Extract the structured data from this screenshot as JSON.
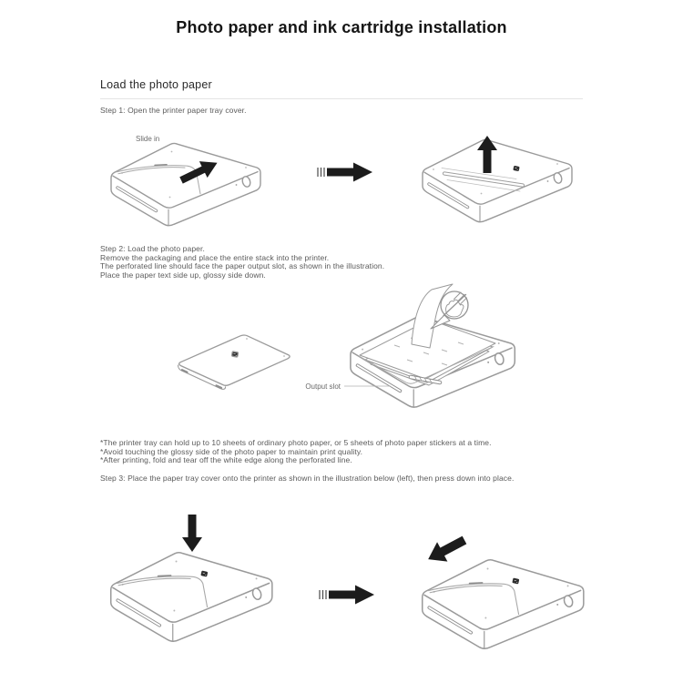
{
  "page": {
    "title": "Photo paper and ink cartridge installation"
  },
  "section": {
    "heading": "Load the photo paper",
    "step1": "Step 1: Open the printer paper tray cover.",
    "step2": [
      "Step 2: Load the photo paper.",
      "Remove the packaging and place the entire stack into the printer.",
      "The perforated line should face the paper output slot, as shown in the illustration.",
      "Place the paper text side up, glossy side down."
    ],
    "notes": [
      "*The printer tray can hold up to 10 sheets of ordinary photo paper, or 5 sheets of photo paper stickers at a time.",
      "*Avoid touching the glossy side of the photo paper to maintain print quality.",
      "*After printing, fold and tear off the white edge along the perforated line."
    ],
    "step3": "Step 3: Place the paper tray cover onto the printer as shown in the illustration below (left), then press down into place."
  },
  "labels": {
    "slide_in": "Slide in",
    "output_slot": "Output slot"
  },
  "icons": {
    "transition_arrow": "arrow-right-with-motion-lines",
    "slide_arrow": "slide-in-direction-arrow",
    "lift_arrow": "lift-cover-up-arrow",
    "press_arrow": "press-down-arrow",
    "remove_arrow": "move-away-arrow",
    "no_touch": "no-touch-hand-icon"
  },
  "colors": {
    "background": "#ffffff",
    "line_art": "#9a9a9a",
    "arrow": "#1c1c1c",
    "text_primary": "#151515",
    "text_body": "#5a5a5a",
    "rule": "#e4e4e4"
  }
}
